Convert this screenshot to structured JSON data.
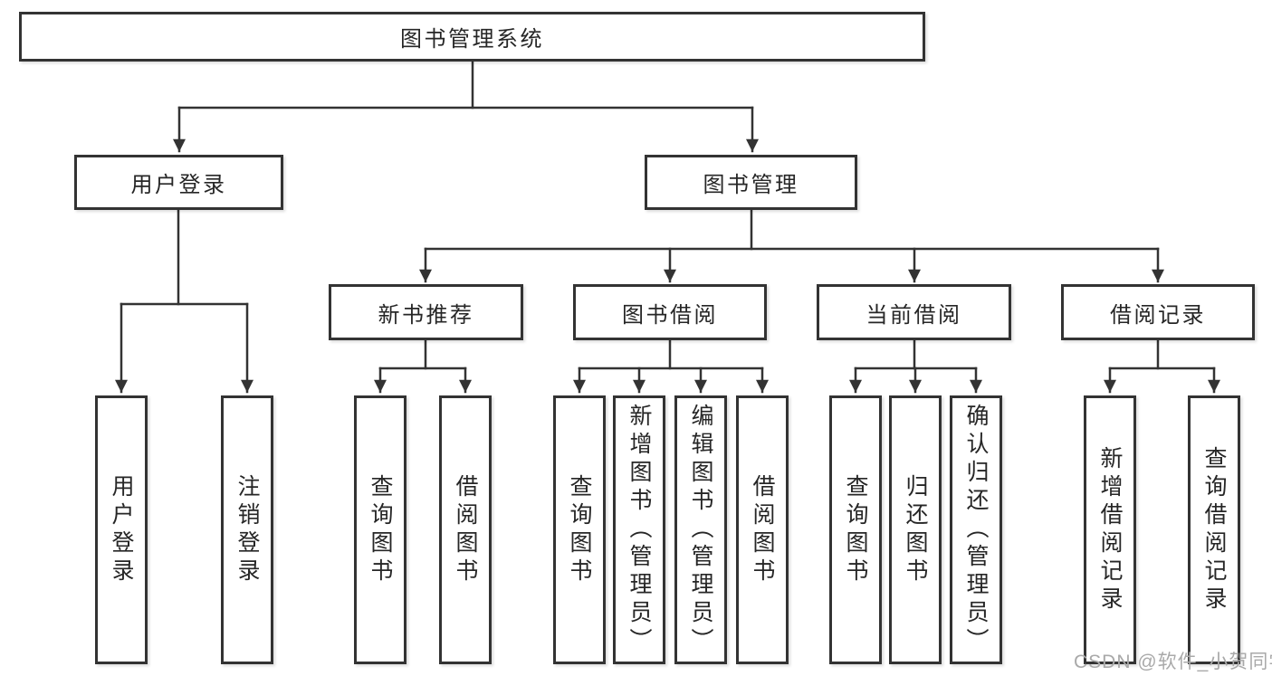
{
  "root": {
    "label": "图书管理系统"
  },
  "branch_user": {
    "label": "用户登录",
    "leaves": [
      "用户登录",
      "注销登录"
    ]
  },
  "branch_books": {
    "label": "图书管理",
    "groups": [
      {
        "label": "新书推荐",
        "leaves": [
          "查询图书",
          "借阅图书"
        ]
      },
      {
        "label": "图书借阅",
        "leaves": [
          "查询图书",
          "新增图书（管理员）",
          "编辑图书（管理员）",
          "借阅图书"
        ]
      },
      {
        "label": "当前借阅",
        "leaves": [
          "查询图书",
          "归还图书",
          "确认归还（管理员）"
        ]
      },
      {
        "label": "借阅记录",
        "leaves": [
          "新增借阅记录",
          "查询借阅记录"
        ]
      }
    ]
  },
  "watermark": {
    "text": "CSDN @软件_小贺同学",
    "color": "#a9a9a9"
  },
  "colors": {
    "line": "#333333",
    "box_border": "#333333",
    "box_fill": "#ffffff",
    "text": "#262626",
    "background": "#ffffff"
  }
}
